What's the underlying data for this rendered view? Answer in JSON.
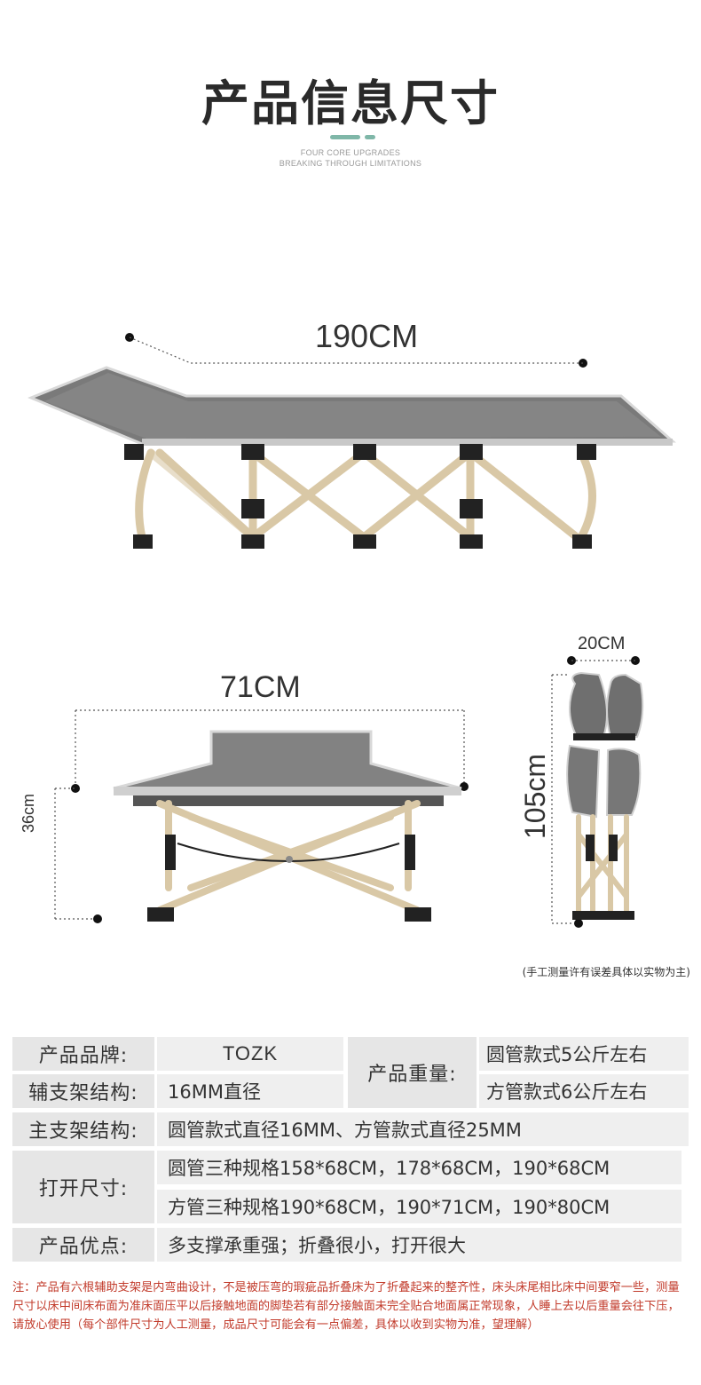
{
  "header": {
    "title": "产品信息尺寸",
    "subtitle_line1": "FOUR CORE UPGRADES",
    "subtitle_line2": "BREAKING THROUGH LIMITATIONS",
    "accent_color": "#7fb7a8"
  },
  "dimensions": {
    "length": "190CM",
    "width": "71CM",
    "height": "36cm",
    "folded_width": "20CM",
    "folded_height": "105cm"
  },
  "measure_note": "(手工测量许有误差具体以实物为主)",
  "spec_table": {
    "brand_label": "产品品牌:",
    "brand_value": "TOZK",
    "weight_label": "产品重量:",
    "weight_round": "圆管款式5公斤左右",
    "weight_square": "方管款式6公斤左右",
    "aux_frame_label": "辅支架结构:",
    "aux_frame_value": "16MM直径",
    "main_frame_label": "主支架结构:",
    "main_frame_value": "圆管款式直径16MM、方管款式直径25MM",
    "open_size_label": "打开尺寸:",
    "open_size_round": "圆管三种规格158*68CM，178*68CM，190*68CM",
    "open_size_square": "方管三种规格190*68CM，190*71CM，190*80CM",
    "advantages_label": "产品优点:",
    "advantages_value": "多支撑承重强；折叠很小，打开很大"
  },
  "footnote": "注：产品有六根辅助支架是内弯曲设计，不是被压弯的瑕疵品折叠床为了折叠起来的整齐性，床头床尾相比床中间要窄一些，测量尺寸以床中间床布面为准床面压平以后接触地面的脚垫若有部分接触面未完全贴合地面属正常现象，人睡上去以后重量会往下压，请放心使用（每个部件尺寸为人工测量，成品尺寸可能会有一点偏差，具体以收到实物为准，望理解）"
}
